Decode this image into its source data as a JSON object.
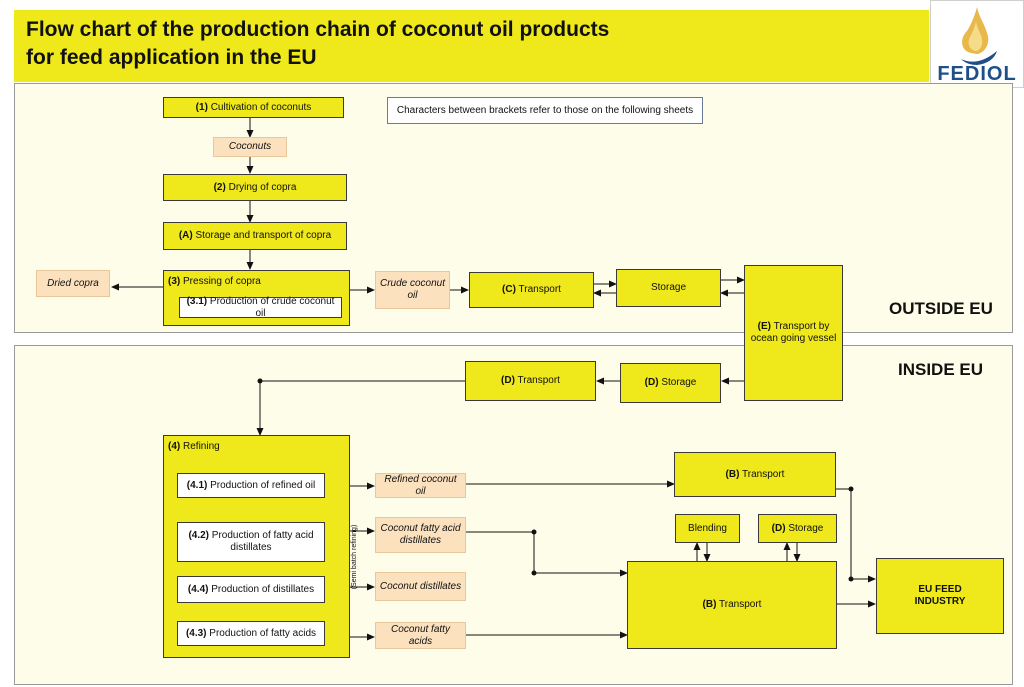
{
  "header": {
    "title": "Flow chart of the production chain of coconut oil products\nfor feed application in the EU"
  },
  "logo": {
    "text": "FEDIOL"
  },
  "note": "Characters between brackets refer to those on the following sheets",
  "regions": {
    "outside": "OUTSIDE EU",
    "inside": "INSIDE EU"
  },
  "steps": {
    "cultivation": {
      "code": "(1)",
      "label": "Cultivation of coconuts"
    },
    "drying": {
      "code": "(2)",
      "label": "Drying of copra"
    },
    "storage_transport": {
      "code": "(A)",
      "label": "Storage and transport of copra"
    },
    "pressing": {
      "code": "(3)",
      "label": "Pressing of copra"
    },
    "production_crude": {
      "code": "(3.1)",
      "label": "Production of crude coconut oil"
    },
    "transport_c": {
      "code": "(C)",
      "label": "Transport"
    },
    "storage_out": {
      "label": "Storage"
    },
    "ocean": {
      "code": "(E)",
      "label": "Transport by ocean going vessel"
    },
    "transport_d": {
      "code": "(D)",
      "label": "Transport"
    },
    "storage_d": {
      "code": "(D)",
      "label": "Storage"
    },
    "refining": {
      "code": "(4)",
      "label": "Refining"
    },
    "refined_oil": {
      "code": "(4.1)",
      "label": "Production of refined oil"
    },
    "fatty_acid_distillates": {
      "code": "(4.2)",
      "label": "Production of fatty acid distillates"
    },
    "distillates": {
      "code": "(4.4)",
      "label": "Production of distillates"
    },
    "fatty_acids": {
      "code": "(4.3)",
      "label": "Production of fatty acids"
    },
    "transport_b_top": {
      "code": "(B)",
      "label": "Transport"
    },
    "blending": {
      "label": "Blending"
    },
    "storage_b": {
      "code": "(D)",
      "label": "Storage"
    },
    "transport_b_main": {
      "code": "(B)",
      "label": "Transport"
    },
    "eu_feed": {
      "label": "EU FEED INDUSTRY"
    }
  },
  "products": {
    "coconuts": "Coconuts",
    "dried_copra": "Dried copra",
    "crude_oil": "Crude coconut oil",
    "refined_oil": "Refined coconut oil",
    "fatty_acid_distillates": "Coconut fatty acid distillates",
    "distillates": "Coconut distillates",
    "fatty_acids": "Coconut fatty acids"
  },
  "side_note": "(Semi batch refining)",
  "colors": {
    "process_fill": "#efe81a",
    "product_fill": "#fbe1be",
    "panel_fill": "#fefde9"
  }
}
